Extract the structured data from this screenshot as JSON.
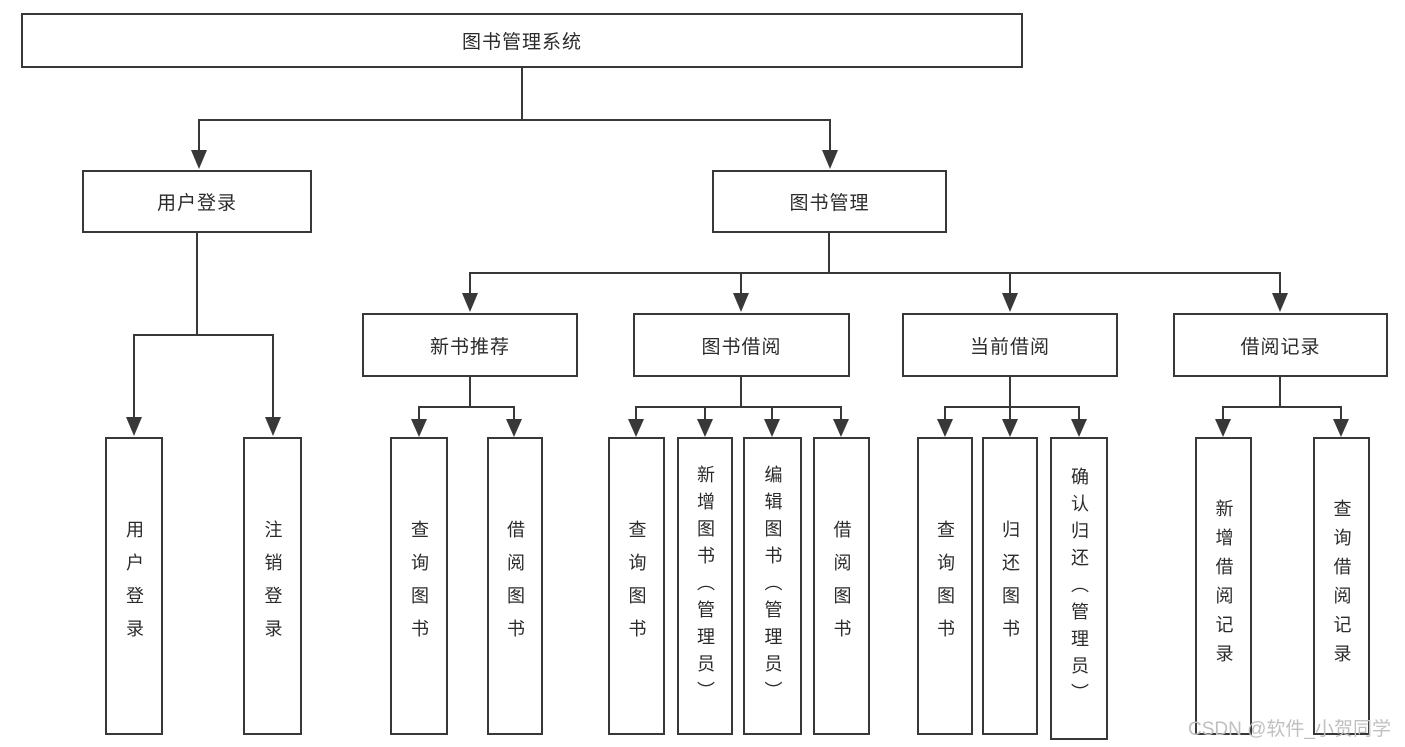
{
  "diagram": {
    "root": {
      "label": "图书管理系统"
    },
    "branches": [
      {
        "label": "用户登录",
        "children": [
          {
            "label": "用户登录"
          },
          {
            "label": "注销登录"
          }
        ]
      },
      {
        "label": "图书管理",
        "children": [
          {
            "label": "新书推荐",
            "children": [
              {
                "label": "查询图书"
              },
              {
                "label": "借阅图书"
              }
            ]
          },
          {
            "label": "图书借阅",
            "children": [
              {
                "label": "查询图书"
              },
              {
                "label": "新增图书（管理员）"
              },
              {
                "label": "编辑图书（管理员）"
              },
              {
                "label": "借阅图书"
              }
            ]
          },
          {
            "label": "当前借阅",
            "children": [
              {
                "label": "查询图书"
              },
              {
                "label": "归还图书"
              },
              {
                "label": "确认归还（管理员）"
              }
            ]
          },
          {
            "label": "借阅记录",
            "children": [
              {
                "label": "新增借阅记录"
              },
              {
                "label": "查询借阅记录"
              }
            ]
          }
        ]
      }
    ]
  },
  "watermark": {
    "text": "CSDN @软件_小贺同学"
  },
  "colors": {
    "line": "#383838",
    "box_border": "#383838",
    "text": "#2b2b2b",
    "watermark": "#c0c0c0",
    "background": "#ffffff"
  }
}
